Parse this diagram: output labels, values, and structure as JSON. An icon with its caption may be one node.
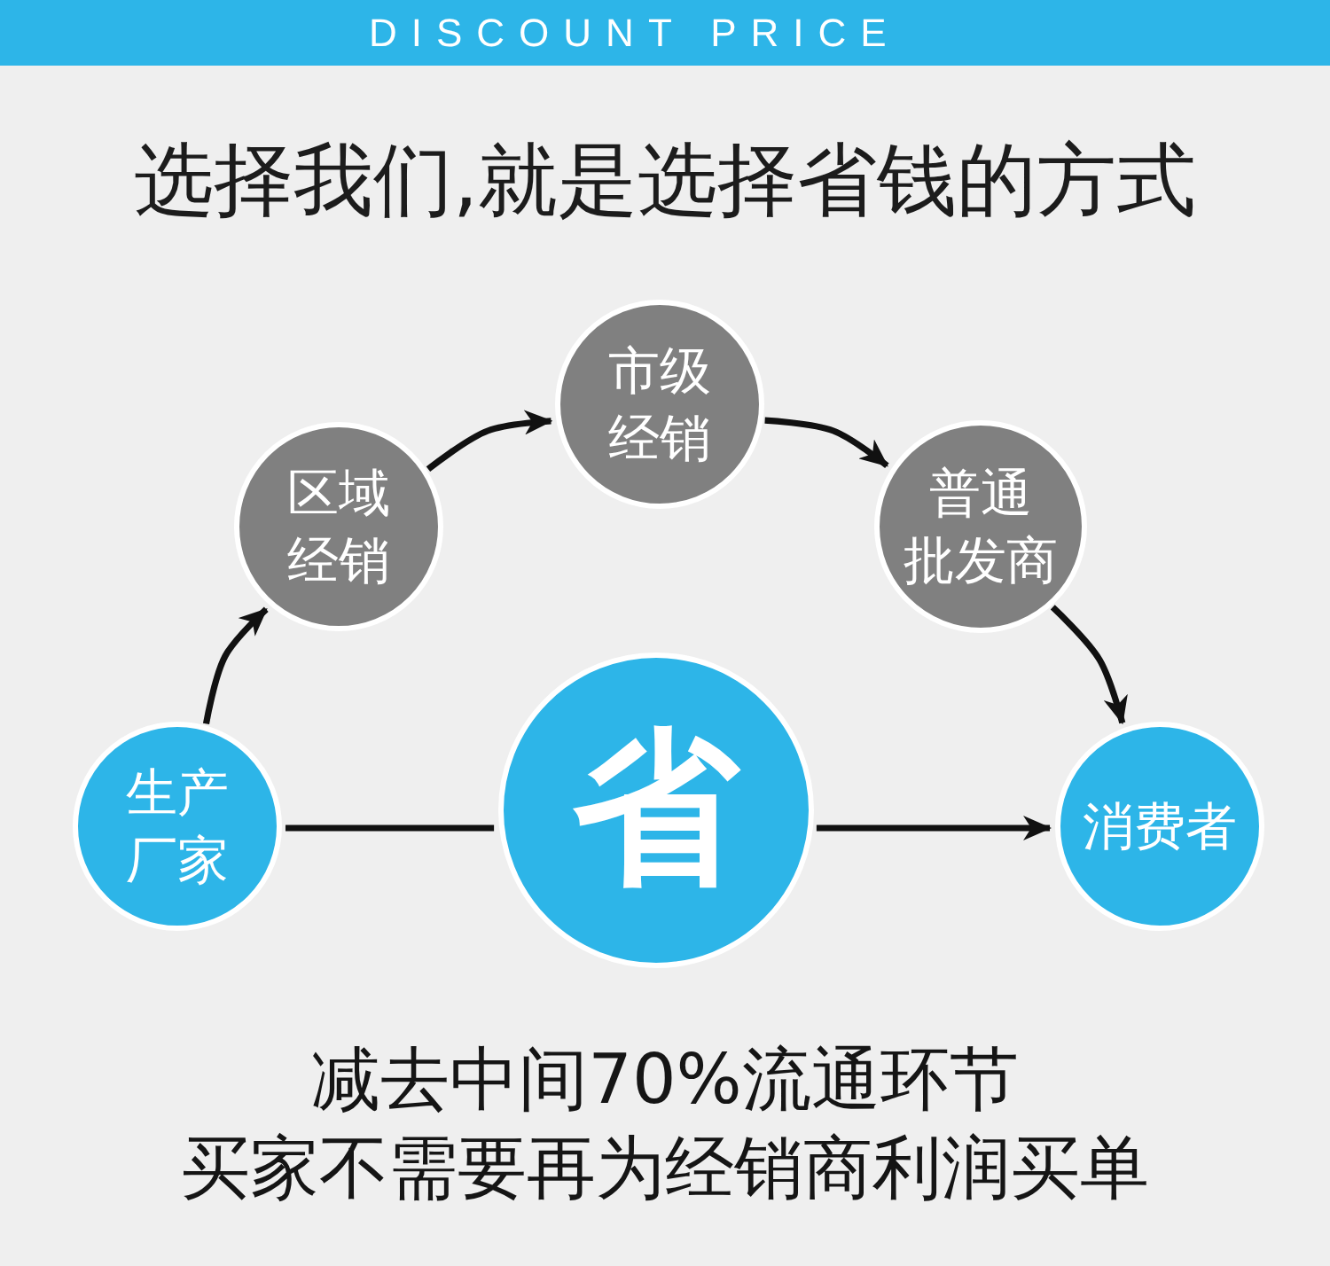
{
  "diagram": {
    "title": "选择我们,就是选择省钱的方式",
    "nodes": [
      {
        "text": [
          "DISCOUNT PRICE"
        ]
      },
      {
        "text": [
          "生产厂家"
        ]
      },
      {
        "text": [
          "区域经销"
        ]
      },
      {
        "text": [
          "市级经销"
        ]
      },
      {
        "text": [
          "普通批发商"
        ]
      },
      {
        "text": [
          "省"
        ]
      },
      {
        "text": [
          "消费者"
        ]
      }
    ],
    "edges": [
      {
        "from": 1,
        "to": 2,
        "arrow": "to"
      },
      {
        "from": 2,
        "to": 3,
        "arrow": "to"
      },
      {
        "from": 3,
        "to": 4,
        "arrow": "to"
      },
      {
        "from": 4,
        "to": 6,
        "arrow": "to"
      },
      {
        "from": 1,
        "to": 5,
        "arrow": "none"
      },
      {
        "from": 5,
        "to": 6,
        "arrow": "to"
      }
    ],
    "labels": [
      "减去中间70%流通环节",
      "买家不需要再为经销商利润买单"
    ]
  }
}
